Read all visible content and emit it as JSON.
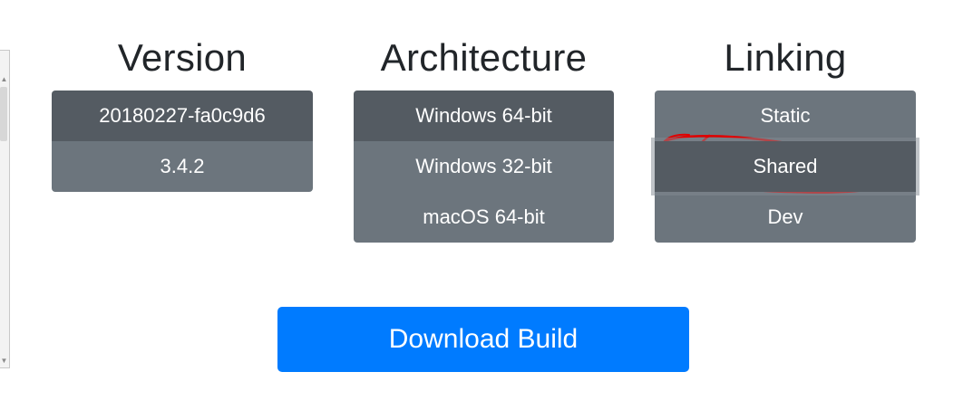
{
  "scrollbar": {
    "up_glyph": "▲",
    "down_glyph": "▼"
  },
  "version": {
    "heading": "Version",
    "options": [
      "20180227-fa0c9d6",
      "3.4.2"
    ],
    "selected": "20180227-fa0c9d6"
  },
  "architecture": {
    "heading": "Architecture",
    "options": [
      "Windows 64-bit",
      "Windows 32-bit",
      "macOS 64-bit"
    ],
    "selected": "Windows 64-bit"
  },
  "linking": {
    "heading": "Linking",
    "options": [
      "Static",
      "Shared",
      "Dev"
    ],
    "selected": "Shared"
  },
  "download": {
    "label": "Download Build",
    "color": "#007bff"
  },
  "colors": {
    "option_bg": "#6c757d",
    "option_active_bg": "#545b62",
    "annotation": "#e00000"
  }
}
